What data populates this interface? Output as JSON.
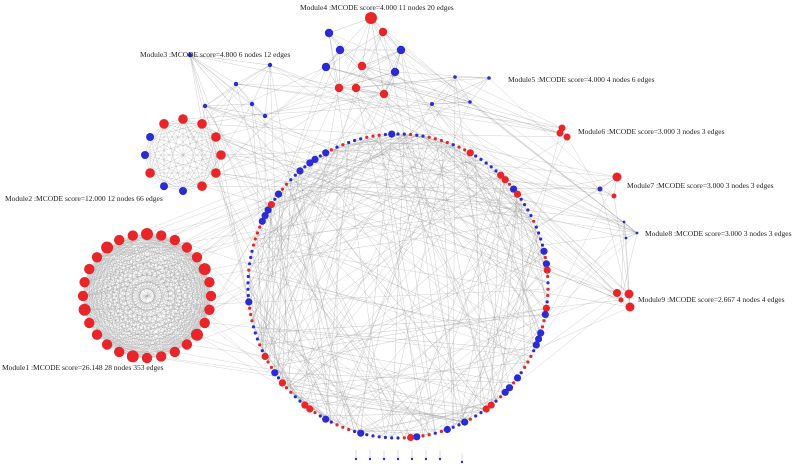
{
  "colors": {
    "up": "#e8262a",
    "down": "#2b2bd4",
    "edge": "#9a9a9a",
    "label": "#222222"
  },
  "modules": [
    {
      "id": "module1",
      "label": "Module1 :MCODE score=26.148   28 nodes 353 edges"
    },
    {
      "id": "module2",
      "label": "Module2 :MCODE score=12.000   12 nodes 66 edges"
    },
    {
      "id": "module3",
      "label": "Module3 :MCODE score=4.800   6 nodes 12 edges"
    },
    {
      "id": "module4",
      "label": "Module4 :MCODE score=4.000   11 nodes 20 edges"
    },
    {
      "id": "module5",
      "label": "Module5 :MCODE score=4.000   4 nodes 6 edges"
    },
    {
      "id": "module6",
      "label": "Module6 :MCODE score=3.000   3 nodes 3 edges"
    },
    {
      "id": "module7",
      "label": "Module7 :MCODE score=3.000   3 nodes 3 edges"
    },
    {
      "id": "module8",
      "label": "Module8 :MCODE score=3.000   3 nodes 3 edges"
    },
    {
      "id": "module9",
      "label": "Module9 :MCODE score=2.667   4 nodes 4 edges"
    }
  ]
}
